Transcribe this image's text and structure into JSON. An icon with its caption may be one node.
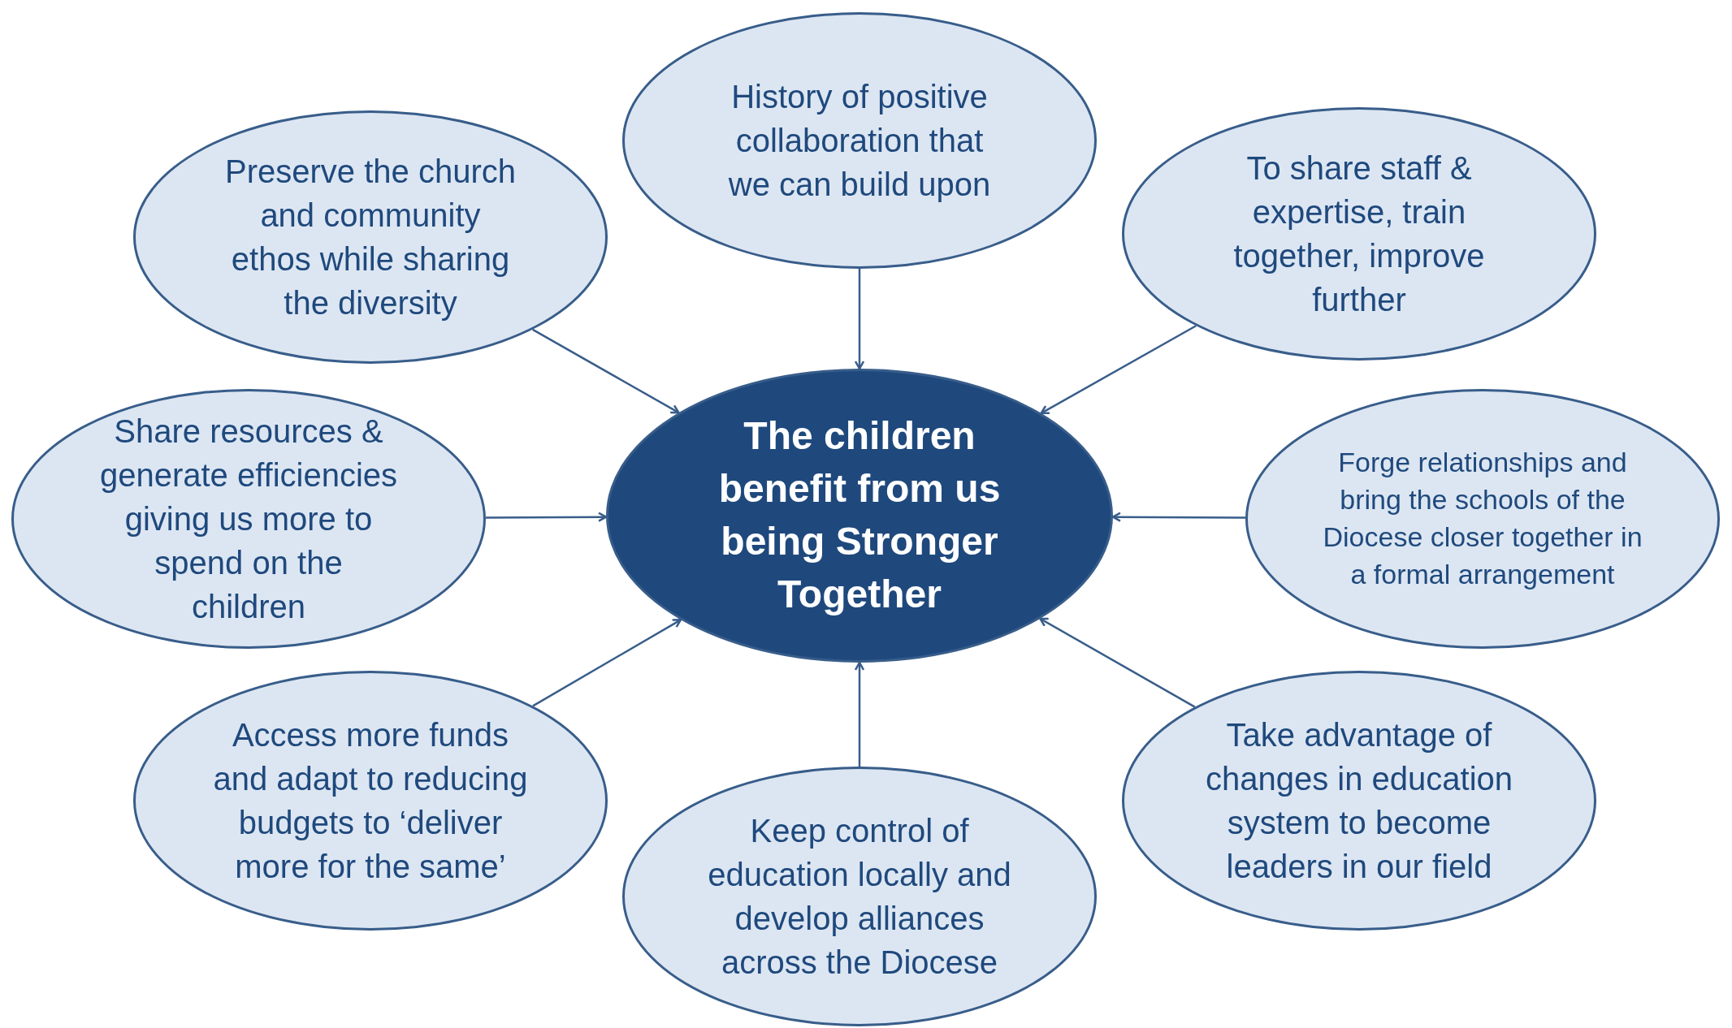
{
  "diagram": {
    "nodes": [
      {
        "text": [
          "History of positive collaboration that we can build upon"
        ]
      },
      {
        "text": [
          "Preserve the church and community ethos while sharing the diversity"
        ]
      },
      {
        "text": [
          "To share staff & expertise, train together, improve further"
        ]
      },
      {
        "text": [
          "Share resources & generate efficiencies giving us more to spend on the children"
        ]
      },
      {
        "text": [
          "The children benefit from us being Stronger Together"
        ]
      },
      {
        "text": [
          "Forge relationships and bring the schools of the Diocese closer together in a formal arrangement"
        ]
      },
      {
        "text": [
          "Access more funds and adapt to reducing budgets to ‘deliver more for the same’"
        ]
      },
      {
        "text": [
          "Take advantage of changes in education system to become leaders in our field"
        ]
      },
      {
        "text": [
          "Keep control of education locally and develop alliances across the Diocese"
        ]
      }
    ],
    "edges": [
      {
        "from": 0,
        "to": 4,
        "arrow": "to"
      },
      {
        "from": 1,
        "to": 4,
        "arrow": "to"
      },
      {
        "from": 2,
        "to": 4,
        "arrow": "to"
      },
      {
        "from": 3,
        "to": 4,
        "arrow": "to"
      },
      {
        "from": 5,
        "to": 4,
        "arrow": "to"
      },
      {
        "from": 6,
        "to": 4,
        "arrow": "to"
      },
      {
        "from": 7,
        "to": 4,
        "arrow": "to"
      },
      {
        "from": 8,
        "to": 4,
        "arrow": "to"
      }
    ]
  }
}
